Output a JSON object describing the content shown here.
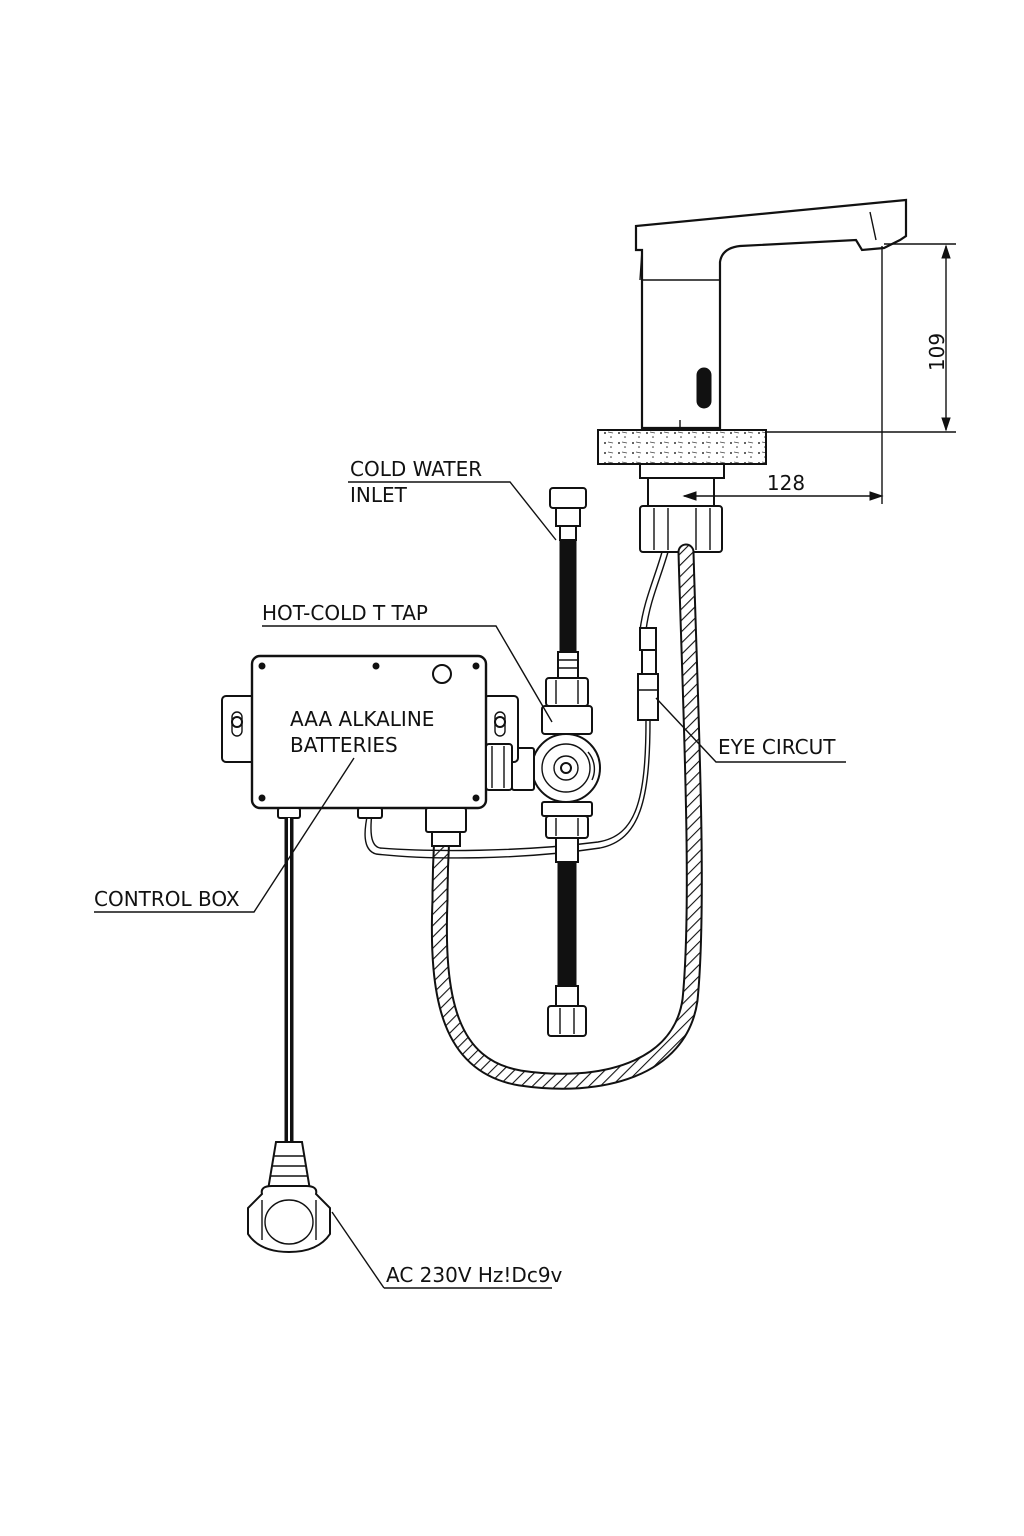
{
  "labels": {
    "cold_water_line1": "COLD WATER",
    "cold_water_line2": "INLET",
    "hot_cold_tap": "HOT-COLD T TAP",
    "batteries_line1": "AAA ALKALINE",
    "batteries_line2": "BATTERIES",
    "eye_circuit": "EYE CIRCUT",
    "control_box": "CONTROL BOX",
    "power": "AC 230V Hz!Dc9v"
  },
  "dimensions": {
    "height": "109",
    "reach": "128"
  },
  "colors": {
    "line": "#111111",
    "background": "#ffffff"
  }
}
